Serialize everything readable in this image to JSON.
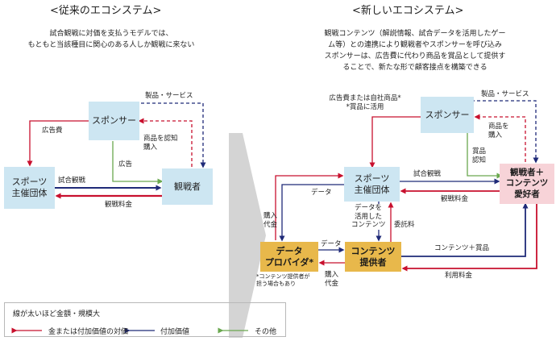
{
  "old": {
    "title": "<従来のエコシステム>",
    "desc": [
      "試合観戦に対価を支払うモデルでは、",
      "もともと当該種目に関心のある人しか観戦に来ない"
    ],
    "nodes": {
      "sponsor": "スポンサー",
      "sports": [
        "スポーツ",
        "主催団体"
      ],
      "viewer": "観戦者"
    },
    "labels": {
      "ad_fee": "広告費",
      "products_services": "製品・サービス",
      "recognize_buy": [
        "商品を認知",
        "購入"
      ],
      "ad": "広告",
      "match_viewing": "試合観戦",
      "viewing_fee": "観戦料金"
    }
  },
  "new": {
    "title": "<新しいエコシステム>",
    "desc": [
      "観戦コンテンツ（解説情報、試合データを活用したゲー",
      "ム等）との連携により観戦者やスポンサーを呼び込み",
      "スポンサーは、広告費に代わり商品を賞品として提供す",
      "ることで、新たな形で顧客接点を構築できる"
    ],
    "nodes": {
      "sponsor": "スポンサー",
      "sports": [
        "スポーツ",
        "主催団体"
      ],
      "viewer": [
        "観戦者＋",
        "コンテンツ",
        "愛好者"
      ],
      "data_provider": [
        "データ",
        "プロバイダ*"
      ],
      "content_provider": [
        "コンテンツ",
        "提供者"
      ]
    },
    "labels": {
      "ad_or_own_products": [
        "広告費または自社商品*",
        "*賞品に活用"
      ],
      "products_services": "製品・サービス",
      "recognize_buy": [
        "商品を",
        "購入"
      ],
      "prize_recognition": [
        "賞品",
        "認知"
      ],
      "match_viewing": "試合観戦",
      "data": "データ",
      "viewing_fee": "観戦料金",
      "purchase_fee_left": [
        "購入",
        "代金"
      ],
      "content_using_data": [
        "データを",
        "活用した",
        "コンテンツ"
      ],
      "consignment_fee": "委託料",
      "data_small": "データ",
      "content_plus_prize": "コンテンツ＋賞品",
      "usage_fee": "利用料金",
      "purchase_fee_bottom": [
        "購入",
        "代金"
      ],
      "provider_note": [
        "*コンテンツ提供者が",
        "担う場合もあり"
      ]
    }
  },
  "legend": {
    "thickness_note": "線が太いほど金額・規模大",
    "money": "金または付加価値の対価",
    "value": "付加価値",
    "other": "その他",
    "colors": {
      "money": "#c8102e",
      "value": "#1f2a78",
      "other": "#6aa84f"
    }
  }
}
